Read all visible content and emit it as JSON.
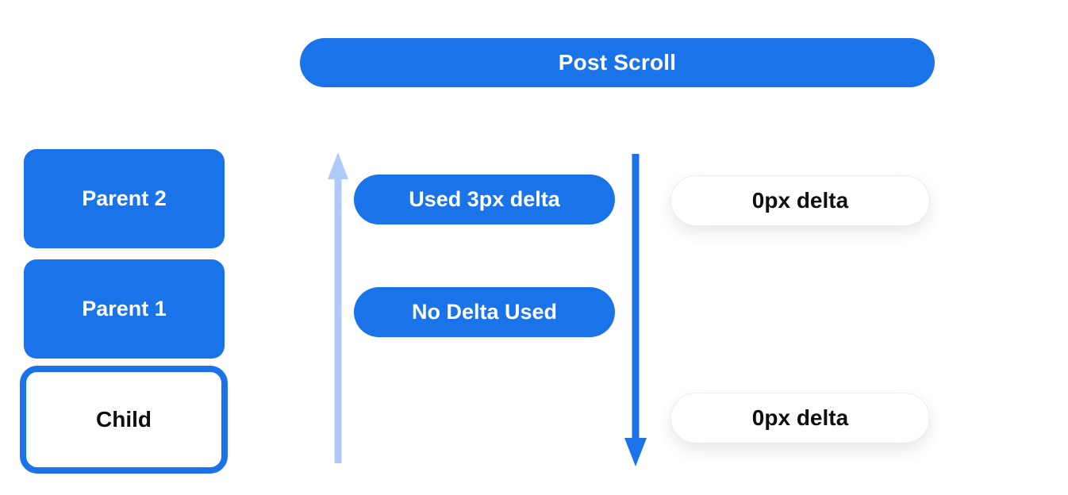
{
  "colors": {
    "primary_blue": "#1a73e8",
    "light_blue": "#aecbfa",
    "white": "#ffffff",
    "dark_text": "#0f0f0f",
    "pill_border": "#ececec"
  },
  "banner": {
    "label": "Post Scroll"
  },
  "left_column": {
    "boxes": [
      {
        "label": "Parent 2",
        "variant": "filled"
      },
      {
        "label": "Parent 1",
        "variant": "filled"
      },
      {
        "label": "Child",
        "variant": "outlined"
      }
    ]
  },
  "middle": {
    "icons": {
      "up_arrow": "scroll-up-arrow",
      "down_arrow": "scroll-down-arrow"
    },
    "pills": [
      {
        "label": "Used 3px delta"
      },
      {
        "label": "No Delta Used"
      }
    ]
  },
  "right_column": {
    "pills": [
      {
        "label": "0px delta"
      },
      {
        "label": "0px delta"
      }
    ]
  }
}
